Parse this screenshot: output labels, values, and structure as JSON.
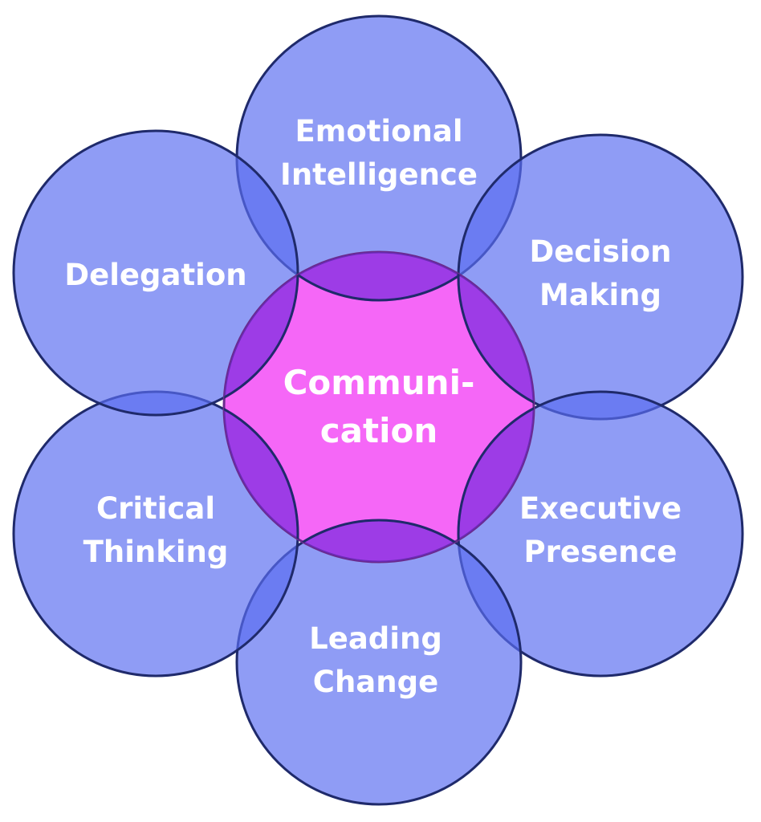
{
  "colors": {
    "petal_fill": "#5a6df0",
    "petal_fill_opacity": 0.68,
    "center_fill": "#f23cf5",
    "center_fill_opacity": 0.78,
    "outline": "#1f2a6b",
    "text": "#ffffff"
  },
  "diagram": {
    "center": {
      "lines": [
        "Communi-",
        "cation"
      ]
    },
    "petals": [
      {
        "id": "emotional-intelligence",
        "lines": [
          "Emotional",
          "Intelligence"
        ]
      },
      {
        "id": "decision-making",
        "lines": [
          "Decision",
          "Making"
        ]
      },
      {
        "id": "executive-presence",
        "lines": [
          "Executive",
          "Presence"
        ]
      },
      {
        "id": "leading-change",
        "lines": [
          "Leading",
          "Change"
        ]
      },
      {
        "id": "critical-thinking",
        "lines": [
          "Critical",
          "Thinking"
        ]
      },
      {
        "id": "delegation",
        "lines": [
          "Delegation"
        ]
      }
    ]
  }
}
